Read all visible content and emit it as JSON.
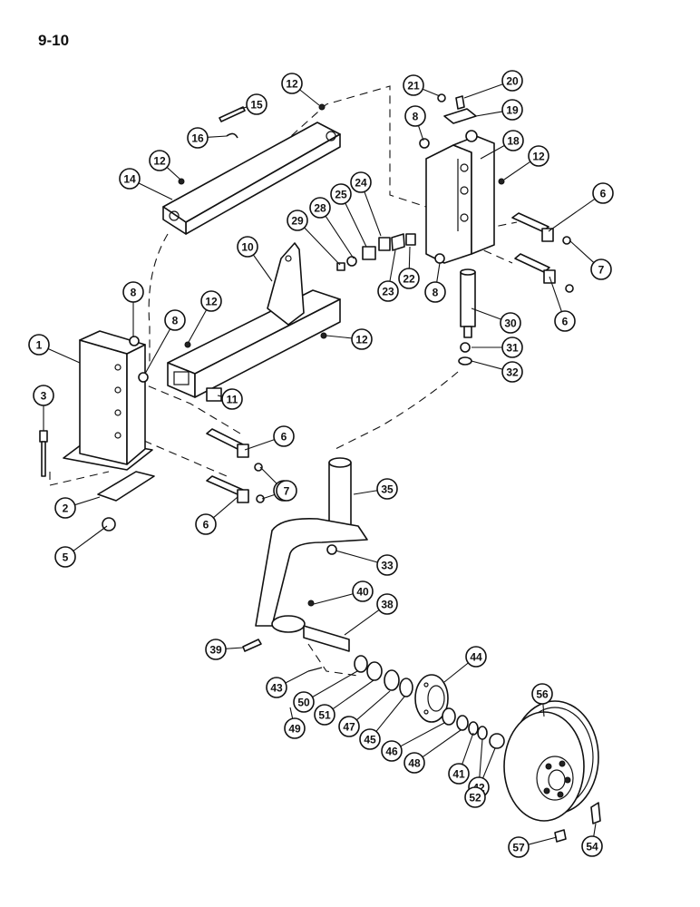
{
  "page_number": "9-10",
  "callouts": [
    "1",
    "2",
    "3",
    "5",
    "6",
    "6",
    "6",
    "6",
    "7",
    "7",
    "7",
    "8",
    "8",
    "8",
    "8",
    "10",
    "11",
    "12",
    "12",
    "12",
    "12",
    "12",
    "14",
    "15",
    "16",
    "18",
    "19",
    "20",
    "21",
    "22",
    "23",
    "24",
    "25",
    "28",
    "29",
    "30",
    "31",
    "32",
    "33",
    "35",
    "38",
    "39",
    "40",
    "41",
    "42",
    "43",
    "44",
    "45",
    "46",
    "47",
    "48",
    "49",
    "50",
    "51",
    "52",
    "54",
    "56",
    "57"
  ]
}
